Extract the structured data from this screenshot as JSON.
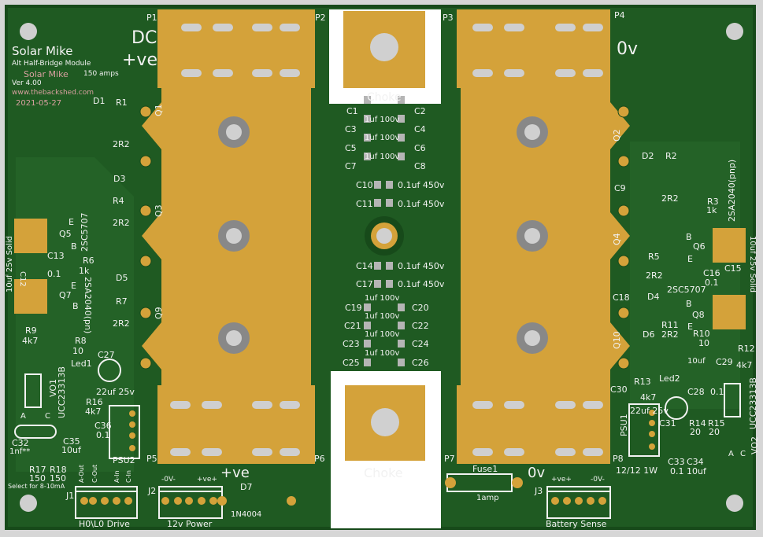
{
  "colors": {
    "board": "#1f5a22",
    "board_dark": "#174a1a",
    "copper": "#d4a23a",
    "silk": "#f2f2f2",
    "hole": "#c8c8c8"
  },
  "silk": [
    {
      "id": "title",
      "text": "Solar Mike"
    },
    {
      "id": "subtitle",
      "text": "Alt Half-Bridge Module"
    },
    {
      "id": "amps",
      "text": "150 amps"
    },
    {
      "id": "overlay",
      "text": "Solar Mike"
    },
    {
      "id": "ver",
      "text": "Ver 4.00"
    },
    {
      "id": "url",
      "text": "www.thebackshed.com"
    },
    {
      "id": "date",
      "text": "2021-05-27"
    },
    {
      "id": "dc",
      "text": "DC"
    },
    {
      "id": "ve_top",
      "text": "+ve"
    },
    {
      "id": "ov_top",
      "text": "0v"
    },
    {
      "id": "ve_bot",
      "text": "+ve"
    },
    {
      "id": "ov_bot",
      "text": "0v"
    },
    {
      "id": "choke_top",
      "text": "Choke"
    },
    {
      "id": "choke_bot",
      "text": "Choke"
    },
    {
      "id": "p1",
      "text": "P1"
    },
    {
      "id": "p2",
      "text": "P2"
    },
    {
      "id": "p3",
      "text": "P3"
    },
    {
      "id": "p4",
      "text": "P4"
    },
    {
      "id": "p5",
      "text": "P5"
    },
    {
      "id": "p6",
      "text": "P6"
    },
    {
      "id": "p7",
      "text": "P7"
    },
    {
      "id": "p8",
      "text": "P8"
    },
    {
      "id": "c1",
      "text": "C1"
    },
    {
      "id": "c2",
      "text": "C2"
    },
    {
      "id": "v1",
      "text": "1uf 100v"
    },
    {
      "id": "c3",
      "text": "C3"
    },
    {
      "id": "c4",
      "text": "C4"
    },
    {
      "id": "v2",
      "text": "1uf 100v"
    },
    {
      "id": "c5",
      "text": "C5"
    },
    {
      "id": "c6",
      "text": "C6"
    },
    {
      "id": "v3",
      "text": "1uf 100v"
    },
    {
      "id": "c7",
      "text": "C7"
    },
    {
      "id": "c8",
      "text": "C8"
    },
    {
      "id": "c10",
      "text": "C10"
    },
    {
      "id": "v10",
      "text": "0.1uf 450v"
    },
    {
      "id": "c11",
      "text": "C11"
    },
    {
      "id": "v11",
      "text": "0.1uf 450v"
    },
    {
      "id": "c14",
      "text": "C14"
    },
    {
      "id": "v14",
      "text": "0.1uf 450v"
    },
    {
      "id": "c17",
      "text": "C17"
    },
    {
      "id": "v17",
      "text": "0.1uf 450v"
    },
    {
      "id": "v4",
      "text": "1uf 100v"
    },
    {
      "id": "c19",
      "text": "C19"
    },
    {
      "id": "c20",
      "text": "C20"
    },
    {
      "id": "v5",
      "text": "1uf 100v"
    },
    {
      "id": "c21",
      "text": "C21"
    },
    {
      "id": "c22",
      "text": "C22"
    },
    {
      "id": "v6",
      "text": "1uf 100v"
    },
    {
      "id": "c23",
      "text": "C23"
    },
    {
      "id": "c24",
      "text": "C24"
    },
    {
      "id": "v7",
      "text": "1uf 100v"
    },
    {
      "id": "c25",
      "text": "C25"
    },
    {
      "id": "c26",
      "text": "C26"
    },
    {
      "id": "d1",
      "text": "D1"
    },
    {
      "id": "r1",
      "text": "R1"
    },
    {
      "id": "r1v",
      "text": "2R2"
    },
    {
      "id": "q1",
      "text": "Q1"
    },
    {
      "id": "d3",
      "text": "D3"
    },
    {
      "id": "r4",
      "text": "R4"
    },
    {
      "id": "r4v",
      "text": "2R2"
    },
    {
      "id": "q3",
      "text": "Q3"
    },
    {
      "id": "d5",
      "text": "D5"
    },
    {
      "id": "r7",
      "text": "R7"
    },
    {
      "id": "r7v",
      "text": "2R2"
    },
    {
      "id": "q9",
      "text": "Q9"
    },
    {
      "id": "q5e",
      "text": "E"
    },
    {
      "id": "q5",
      "text": "Q5"
    },
    {
      "id": "q5b",
      "text": "B"
    },
    {
      "id": "q5t",
      "text": "2SC5707"
    },
    {
      "id": "c12v",
      "text": "10uf 25v Solid"
    },
    {
      "id": "c12",
      "text": "C12"
    },
    {
      "id": "c13",
      "text": "C13"
    },
    {
      "id": "r6",
      "text": "R6"
    },
    {
      "id": "r6v",
      "text": "1k"
    },
    {
      "id": "c13v",
      "text": "0.1"
    },
    {
      "id": "q7e",
      "text": "E"
    },
    {
      "id": "q7",
      "text": "Q7"
    },
    {
      "id": "q7b",
      "text": "B"
    },
    {
      "id": "q7t",
      "text": "2SA2040(pn)"
    },
    {
      "id": "r9",
      "text": "R9"
    },
    {
      "id": "r9v",
      "text": "4k7"
    },
    {
      "id": "r8",
      "text": "R8"
    },
    {
      "id": "r8v",
      "text": "10"
    },
    {
      "id": "led1",
      "text": "Led1"
    },
    {
      "id": "c27",
      "text": "C27"
    },
    {
      "id": "c27v",
      "text": "22uf 25v"
    },
    {
      "id": "r16",
      "text": "R16"
    },
    {
      "id": "r16v",
      "text": "4k7"
    },
    {
      "id": "vo1",
      "text": "VO1"
    },
    {
      "id": "ucc1",
      "text": "UCC23313B"
    },
    {
      "id": "vo1a",
      "text": "A"
    },
    {
      "id": "vo1c",
      "text": "C"
    },
    {
      "id": "c32",
      "text": "C32"
    },
    {
      "id": "c32v",
      "text": "1nf**"
    },
    {
      "id": "c36",
      "text": "C36"
    },
    {
      "id": "c36v",
      "text": "0.1"
    },
    {
      "id": "c35",
      "text": "C35"
    },
    {
      "id": "c35v",
      "text": "10uf"
    },
    {
      "id": "psu2",
      "text": "PSU2"
    },
    {
      "id": "r17",
      "text": "R17"
    },
    {
      "id": "r17v",
      "text": "150"
    },
    {
      "id": "r18",
      "text": "R18"
    },
    {
      "id": "r18v",
      "text": "150"
    },
    {
      "id": "select",
      "text": "Select for 8-10mA"
    },
    {
      "id": "aout",
      "text": "A-Out"
    },
    {
      "id": "cout",
      "text": "C-Out"
    },
    {
      "id": "ain",
      "text": "A-In"
    },
    {
      "id": "cin",
      "text": "C-In"
    },
    {
      "id": "j1",
      "text": "J1"
    },
    {
      "id": "j1t",
      "text": "H0\\L0 Drive"
    },
    {
      "id": "j2",
      "text": "J2"
    },
    {
      "id": "j2a",
      "text": "-0V-"
    },
    {
      "id": "j2b",
      "text": "+ve+"
    },
    {
      "id": "j2t",
      "text": "12v Power"
    },
    {
      "id": "d7",
      "text": "D7"
    },
    {
      "id": "d7v",
      "text": "1N4004"
    },
    {
      "id": "fuse",
      "text": "Fuse1"
    },
    {
      "id": "fusev",
      "text": "1amp"
    },
    {
      "id": "j3",
      "text": "J3"
    },
    {
      "id": "j3a",
      "text": "+ve+"
    },
    {
      "id": "j3b",
      "text": "-0V-"
    },
    {
      "id": "j3t",
      "text": "Battery Sense"
    },
    {
      "id": "q2",
      "text": "Q2"
    },
    {
      "id": "d2",
      "text": "D2"
    },
    {
      "id": "r2",
      "text": "R2"
    },
    {
      "id": "c9",
      "text": "C9"
    },
    {
      "id": "r2v",
      "text": "2R2"
    },
    {
      "id": "r3",
      "text": "R3"
    },
    {
      "id": "r3v",
      "text": "1k"
    },
    {
      "id": "q6t",
      "text": "2SA2040(pnp)"
    },
    {
      "id": "q4",
      "text": "Q4"
    },
    {
      "id": "q6b",
      "text": "B"
    },
    {
      "id": "q6",
      "text": "Q6"
    },
    {
      "id": "q6e",
      "text": "E"
    },
    {
      "id": "r5",
      "text": "R5"
    },
    {
      "id": "r5v",
      "text": "2R2"
    },
    {
      "id": "c16",
      "text": "C16"
    },
    {
      "id": "c16v",
      "text": "0.1"
    },
    {
      "id": "c15",
      "text": "C15"
    },
    {
      "id": "c15v",
      "text": "10uf 25v Solid"
    },
    {
      "id": "c18",
      "text": "C18"
    },
    {
      "id": "d4",
      "text": "D4"
    },
    {
      "id": "q8t",
      "text": "2SC5707"
    },
    {
      "id": "q8b",
      "text": "B"
    },
    {
      "id": "q8",
      "text": "Q8"
    },
    {
      "id": "q8e",
      "text": "E"
    },
    {
      "id": "q10",
      "text": "Q10"
    },
    {
      "id": "d6",
      "text": "D6"
    },
    {
      "id": "r11",
      "text": "R11"
    },
    {
      "id": "r11v",
      "text": "2R2"
    },
    {
      "id": "r10",
      "text": "R10"
    },
    {
      "id": "r10v",
      "text": "10"
    },
    {
      "id": "r12",
      "text": "R12"
    },
    {
      "id": "r12v",
      "text": "4k7"
    },
    {
      "id": "c29v",
      "text": "10uf"
    },
    {
      "id": "c29",
      "text": "C29"
    },
    {
      "id": "c30",
      "text": "C30"
    },
    {
      "id": "r13",
      "text": "R13"
    },
    {
      "id": "led2",
      "text": "Led2"
    },
    {
      "id": "r13v",
      "text": "4k7"
    },
    {
      "id": "c31v",
      "text": "22uf 25v"
    },
    {
      "id": "c28",
      "text": "C28"
    },
    {
      "id": "c28v",
      "text": "0.1"
    },
    {
      "id": "c31",
      "text": "C31"
    },
    {
      "id": "r14",
      "text": "R14"
    },
    {
      "id": "r14v",
      "text": "20"
    },
    {
      "id": "r15",
      "text": "R15"
    },
    {
      "id": "r15v",
      "text": "20"
    },
    {
      "id": "psu1",
      "text": "PSU1"
    },
    {
      "id": "psu1v",
      "text": "12/12  1W"
    },
    {
      "id": "c33",
      "text": "C33"
    },
    {
      "id": "c33v",
      "text": "0.1"
    },
    {
      "id": "c34",
      "text": "C34"
    },
    {
      "id": "c34v",
      "text": "10uf"
    },
    {
      "id": "ucc2",
      "text": "UCC23313B"
    },
    {
      "id": "vo2",
      "text": "VO2"
    },
    {
      "id": "vo2a",
      "text": "A"
    },
    {
      "id": "vo2c",
      "text": "C"
    }
  ]
}
